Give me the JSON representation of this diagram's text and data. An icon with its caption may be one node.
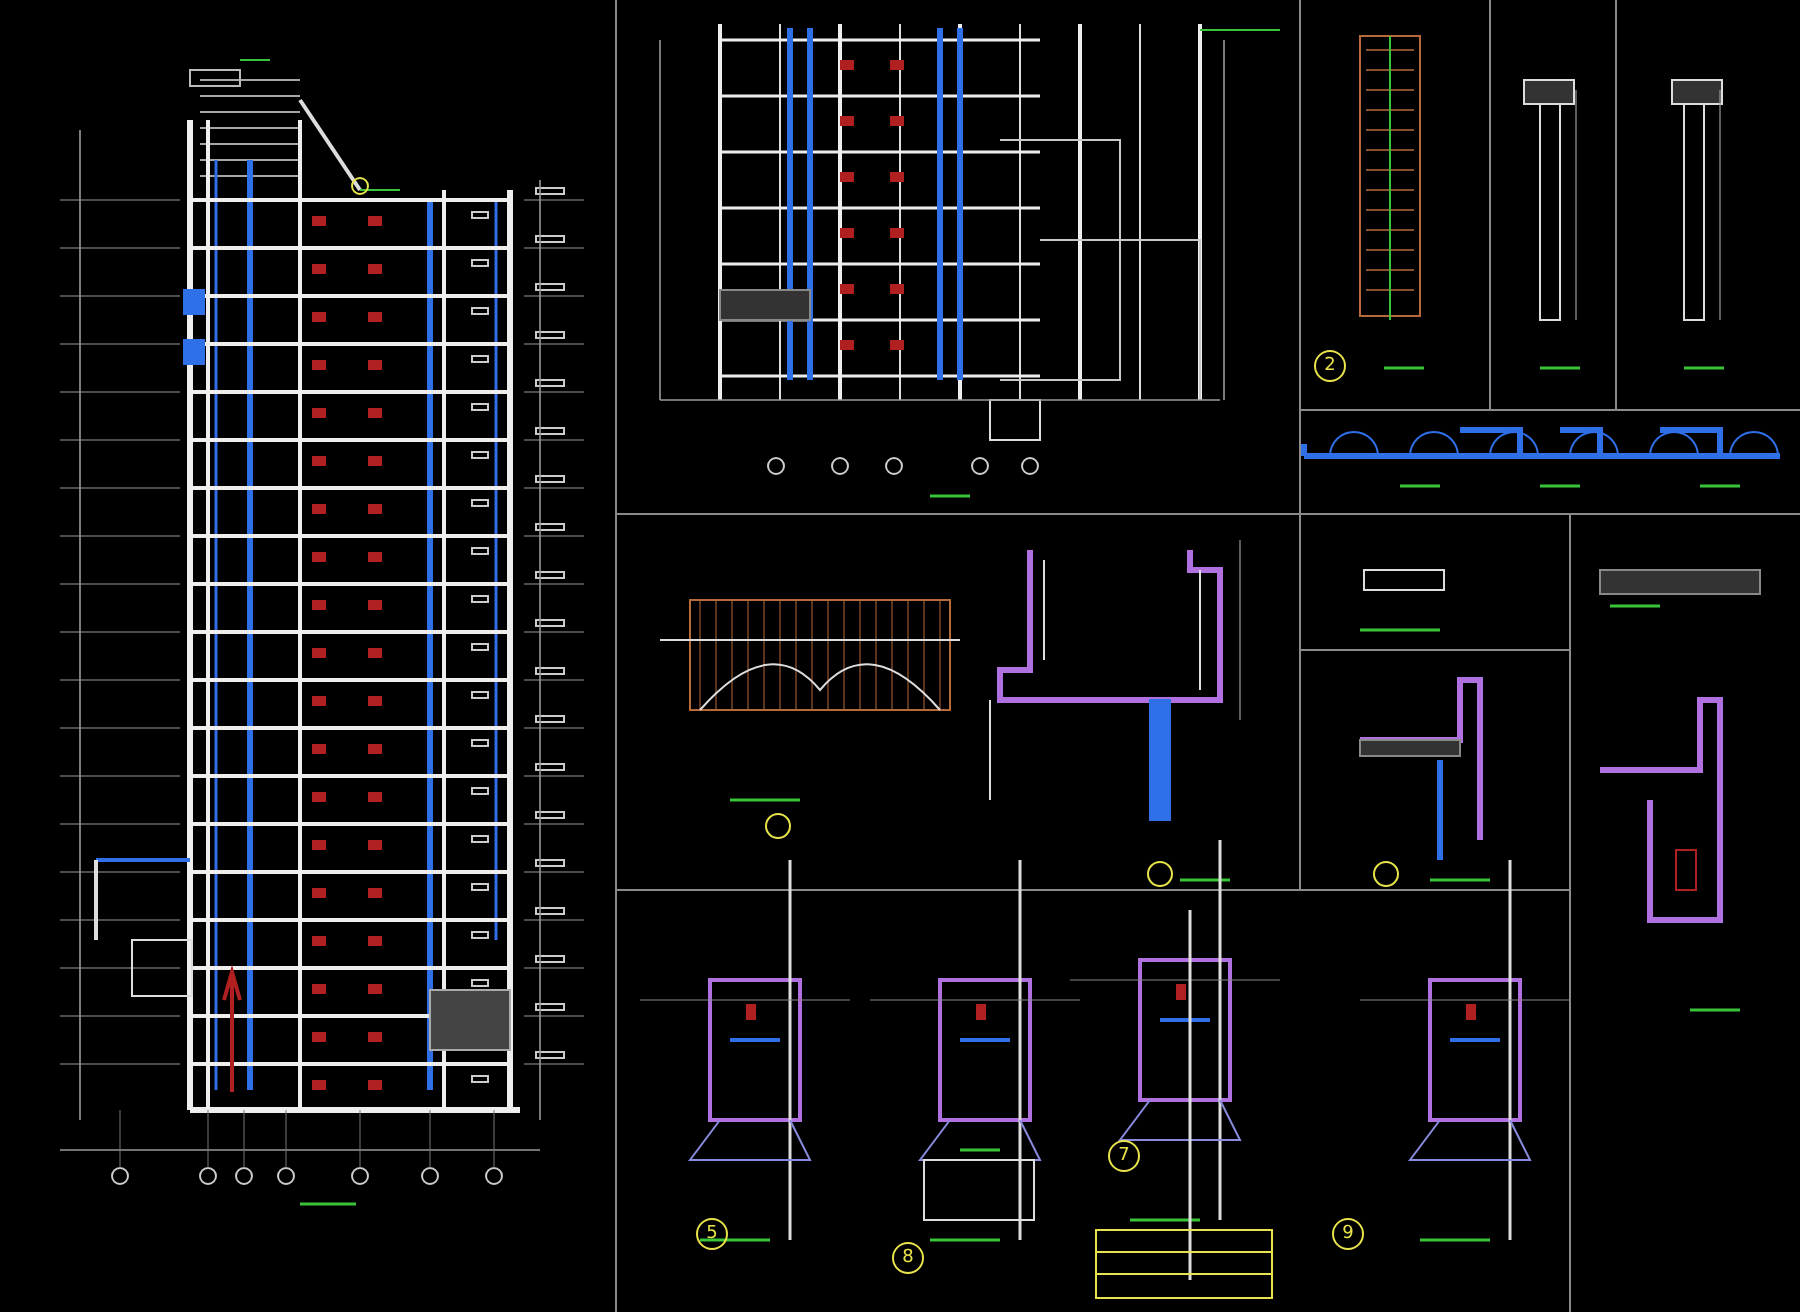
{
  "diagram": {
    "labels": [
      "2",
      "5",
      "7",
      "8",
      "9"
    ]
  }
}
